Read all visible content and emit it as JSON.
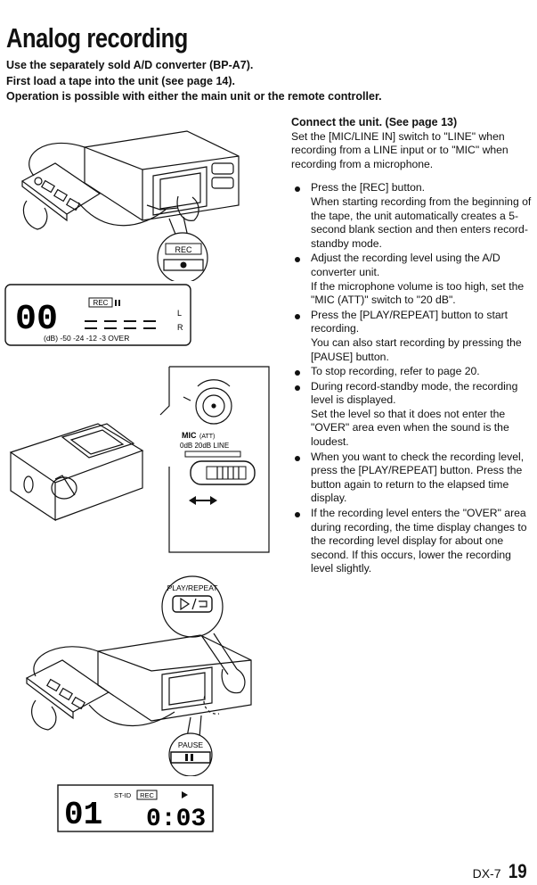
{
  "page": {
    "title": "Analog recording",
    "intro": [
      "Use the separately sold A/D converter (BP-A7).",
      "First load a tape into the unit (see page 14).",
      "Operation is possible with either the main unit or the remote controller."
    ]
  },
  "text": {
    "connect_heading": "Connect the unit. (See page 13)",
    "connect_body": "Set the [MIC/LINE IN] switch to \"LINE\" when recording from a LINE input or to \"MIC\" when recording from a microphone.",
    "bullets": [
      {
        "main": "Press the [REC] button.",
        "sub": "When starting recording from the beginning of the tape, the unit automatically creates a 5-second blank section and then enters record-standby mode."
      },
      {
        "main": "Adjust the recording level using the A/D converter unit.",
        "sub": "If the microphone volume is too high, set the \"MIC (ATT)\" switch to \"20 dB\"."
      },
      {
        "main": "Press the [PLAY/REPEAT] button to start recording.",
        "sub": "You can also start recording by pressing the [PAUSE] button."
      },
      {
        "main": "To stop recording, refer to page 20.",
        "sub": ""
      },
      {
        "main": "During record-standby mode, the recording level is displayed.",
        "sub": "Set the level so that it does not enter the \"OVER\" area even when the sound is the loudest."
      },
      {
        "main": "When you want to check the recording level, press the [PLAY/REPEAT] button. Press the button again to return to the elapsed time display.",
        "sub": ""
      },
      {
        "main": "If the recording level enters the \"OVER\" area during recording, the time display changes to the recording level display for about one second. If this occurs, lower the recording level slightly.",
        "sub": ""
      }
    ]
  },
  "figures": {
    "rec_button_label": "REC",
    "lcd1": {
      "digits": "00",
      "rec_tag": "REC",
      "scale": "(dB) -50 -24 -12 -3 OVER",
      "left_channel": "L",
      "right_channel": "R"
    },
    "converter": {
      "mic_label": "MIC",
      "att_label": "(ATT)",
      "switch_positions": "0dB 20dB LINE"
    },
    "play_repeat_label": "PLAY/REPEAT",
    "pause_label": "PAUSE",
    "lcd2": {
      "track": "01",
      "stid": "ST-ID",
      "rec_tag": "REC",
      "time": "0:03"
    }
  },
  "footer": {
    "model": "DX-7",
    "page_number": "19"
  }
}
